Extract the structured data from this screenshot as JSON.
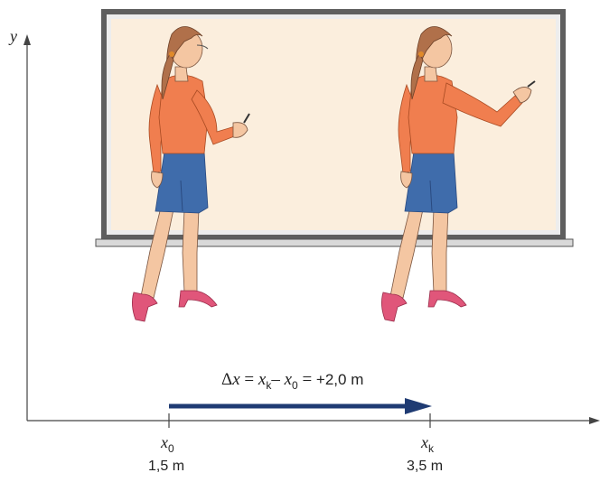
{
  "axes": {
    "y_label": "y"
  },
  "equation": {
    "delta": "Δ",
    "x": "x",
    "eq1": "=",
    "xk": "x",
    "k_sub": "k",
    "minus": "–",
    "x0": "x",
    "zero_sub": "0",
    "eq2": "=",
    "result": "+2,0 m"
  },
  "positions": [
    {
      "symbol": "x",
      "subscript": "0",
      "value": "1,5 m"
    },
    {
      "symbol": "x",
      "subscript": "k",
      "value": "3,5 m"
    }
  ],
  "colors": {
    "board_fill": "#fbeedd",
    "board_frame": "#666666",
    "arrow": "#1f3b73",
    "shirt": "#f07e4f",
    "skirt": "#3f6cab",
    "hair": "#b0704a",
    "skin": "#f4c6a2",
    "shoes": "#e0567a"
  },
  "icons": [
    "woman-writing-figure",
    "displacement-arrow"
  ]
}
